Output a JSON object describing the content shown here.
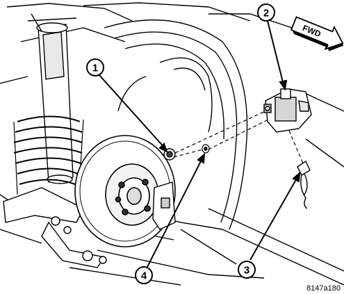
{
  "diagram": {
    "direction_label": "FWD",
    "figure_id": "8147a180",
    "callouts": [
      {
        "number": "1"
      },
      {
        "number": "2"
      },
      {
        "number": "3"
      },
      {
        "number": "4"
      }
    ]
  }
}
